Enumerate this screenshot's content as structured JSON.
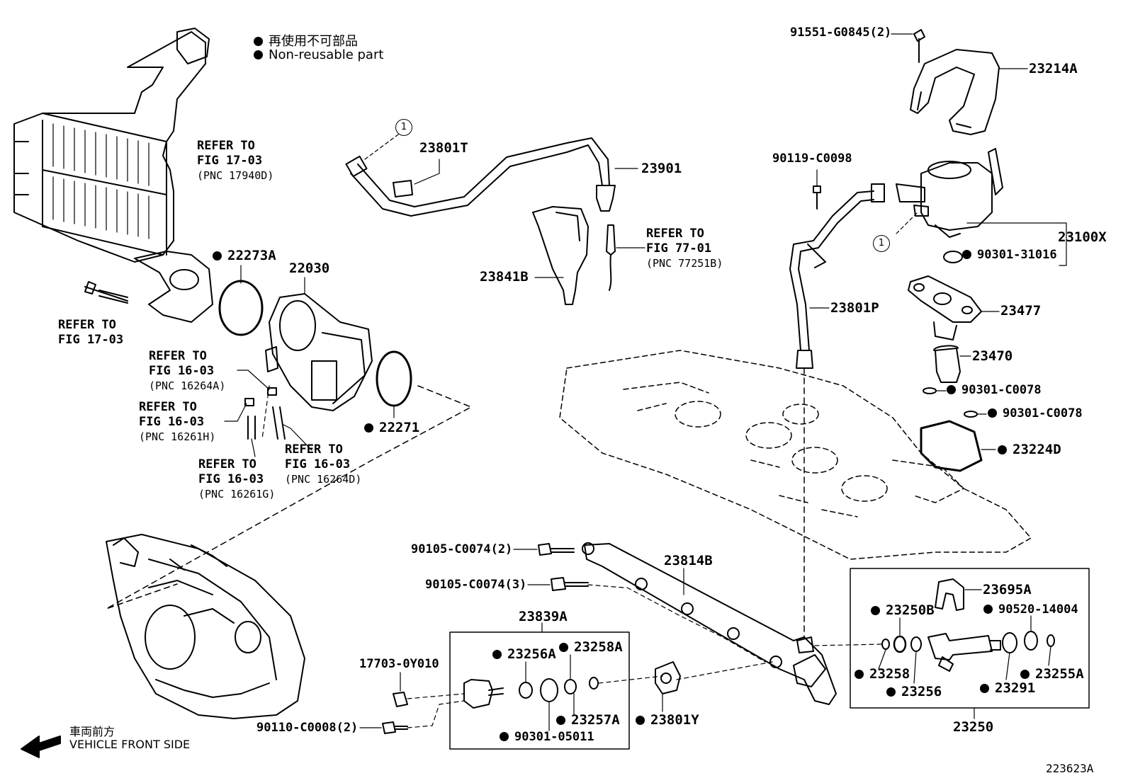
{
  "legend": {
    "line_ja": "再使用不可部品",
    "line_en": "Non-reusable part"
  },
  "intercooler_ref": {
    "l1": "REFER TO",
    "l2": "FIG 17-03",
    "l3": "(PNC 17940D)"
  },
  "bolt_ref": {
    "l1": "REFER TO",
    "l2": "FIG 17-03"
  },
  "ref_77_01": {
    "l1": "REFER TO",
    "l2": "FIG 77-01",
    "l3": "(PNC 77251B)"
  },
  "ref_16264A": {
    "l1": "REFER TO",
    "l2": "FIG 16-03",
    "l3": "(PNC 16264A)"
  },
  "ref_16261H": {
    "l1": "REFER TO",
    "l2": "FIG 16-03",
    "l3": "(PNC 16261H)"
  },
  "ref_16261G": {
    "l1": "REFER TO",
    "l2": "FIG 16-03",
    "l3": "(PNC 16261G)"
  },
  "ref_16264D": {
    "l1": "REFER TO",
    "l2": "FIG 16-03",
    "l3": "(PNC 16264D)"
  },
  "callout_num": "1",
  "parts": {
    "p22273A": "22273A",
    "p22030": "22030",
    "p22271": "22271",
    "p23801T": "23801T",
    "p23901": "23901",
    "p23841B": "23841B",
    "p91551": "91551-G0845(2)",
    "p23214A": "23214A",
    "p90119": "90119-C0098",
    "p23100X": "23100X",
    "p90301_31016": "90301-31016",
    "p23801P": "23801P",
    "p23477": "23477",
    "p23470": "23470",
    "p90301_C0078a": "90301-C0078",
    "p90301_C0078b": "90301-C0078",
    "p23224D": "23224D",
    "p90105_2": "90105-C0074(2)",
    "p90105_3": "90105-C0074(3)",
    "p23814B": "23814B",
    "p23839A": "23839A",
    "p23256A": "23256A",
    "p23258A": "23258A",
    "p17703": "17703-0Y010",
    "p90110": "90110-C0008(2)",
    "p23257A": "23257A",
    "p90301_05011": "90301-05011",
    "p23801Y": "23801Y",
    "p23695A": "23695A",
    "p23250B": "23250B",
    "p90520": "90520-14004",
    "p23258": "23258",
    "p23256": "23256",
    "p23291": "23291",
    "p23255A": "23255A",
    "p23250": "23250"
  },
  "vehicle_front": {
    "ja": "車両前方",
    "en": "VEHICLE FRONT SIDE"
  },
  "figure_id": "223623A"
}
